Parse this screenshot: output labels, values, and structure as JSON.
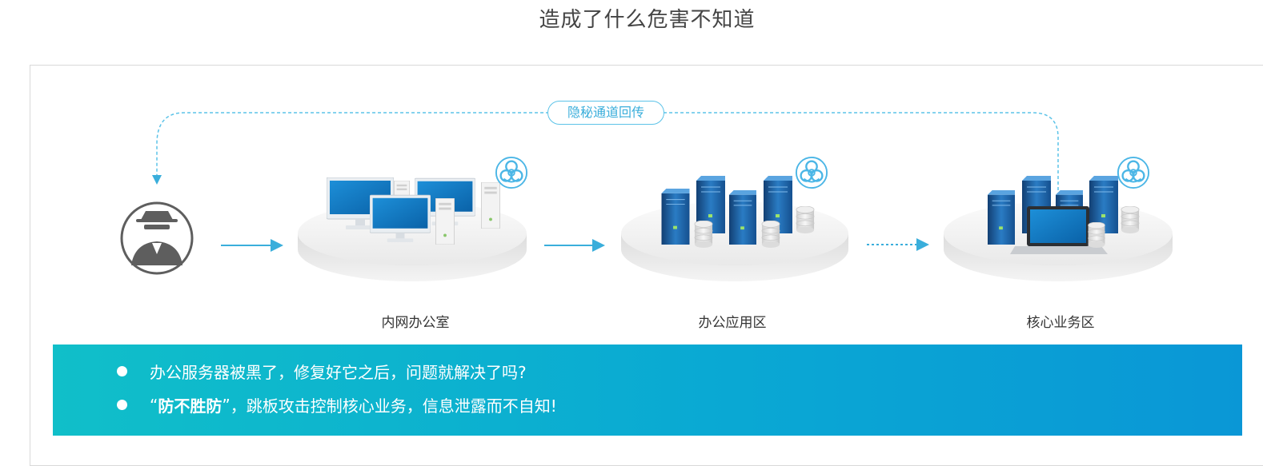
{
  "title": "造成了什么危害不知道",
  "channel_label": "隐秘通道回传",
  "zones": [
    {
      "label": "内网办公室"
    },
    {
      "label": "办公应用区"
    },
    {
      "label": "核心业务区"
    }
  ],
  "points": [
    {
      "text": "办公服务器被黑了，修复好它之后，问题就解决了吗?"
    },
    {
      "quote_open": "“",
      "bold": "防不胜防",
      "quote_close": "”",
      "text": "，跳板攻击控制核心业务，信息泄露而不自知!"
    }
  ],
  "icons": [
    "hacker-icon",
    "biohazard-icon",
    "server-icon",
    "desktop-icon",
    "laptop-icon",
    "database-icon"
  ],
  "colors": {
    "accent": "#3aaedb",
    "banner_start": "#10bfc9",
    "banner_end": "#0a97d6",
    "server_blue": "#1f6fb5"
  }
}
